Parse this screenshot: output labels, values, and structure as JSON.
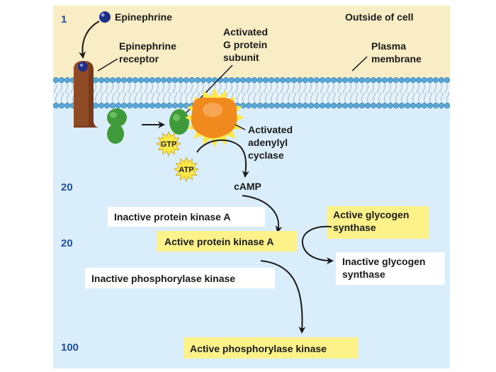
{
  "colors": {
    "outside_bg": "#f8edc4",
    "inside_bg": "#d9eefa",
    "membrane_dark": "#4aa6d6",
    "box_white": "#ffffff",
    "box_yellow": "#fdf28a",
    "receptor": "#7a3a1a",
    "g_protein": "#3f9a3a",
    "cyclase": "#f08a1e",
    "cyclase_star": "#fde84a",
    "molecule": "#1f2f88",
    "number": "#1f4fa0"
  },
  "diagram": {
    "amplification": [
      "1",
      "20",
      "20",
      "100"
    ],
    "labels": {
      "epinephrine": "Epinephrine",
      "outside": "Outside of cell",
      "receptor_line1": "Epinephrine",
      "receptor_line2": "receptor",
      "gprotein_line1": "Activated",
      "gprotein_line2": "G protein",
      "gprotein_line3": "subunit",
      "membrane_line1": "Plasma",
      "membrane_line2": "membrane",
      "cyclase_line1": "Activated",
      "cyclase_line2": "adenylyl",
      "cyclase_line3": "cyclase",
      "gtp": "GTP",
      "atp": "ATP",
      "camp": "cAMP"
    },
    "boxes": {
      "inactive_pka": "Inactive protein kinase A",
      "active_pka": "Active protein kinase A",
      "active_gs_line1": "Active glycogen",
      "active_gs_line2": "synthase",
      "inactive_gs_line1": "Inactive glycogen",
      "inactive_gs_line2": "synthase",
      "inactive_phk": "Inactive phosphorylase kinase",
      "active_phk": "Active phosphorylase kinase"
    }
  }
}
